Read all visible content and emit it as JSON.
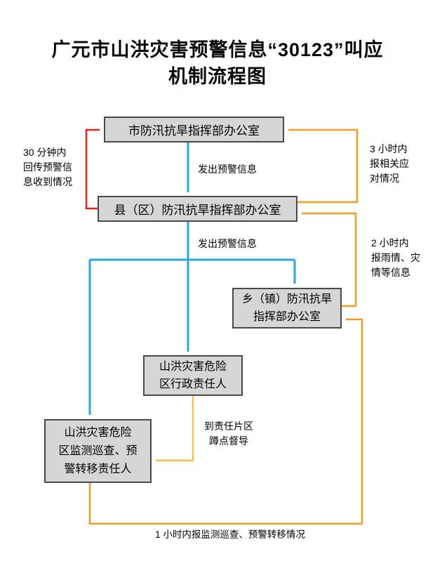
{
  "title": {
    "line1": "广元市山洪灾害预警信息“30123”叫应",
    "line2": "机制流程图"
  },
  "nodes": {
    "city": {
      "label": "市防汛抗旱指挥部办公室"
    },
    "county": {
      "label": "县（区）防汛抗旱指挥部办公室"
    },
    "town": {
      "label": "乡（镇）防汛抗旱\n指挥部办公室"
    },
    "admin": {
      "label": "山洪灾害危险\n区行政责任人"
    },
    "monitor": {
      "label": "山洪灾害危险\n区监测巡查、预\n警转移责任人"
    }
  },
  "edge_labels": {
    "issue_to_county": "发出预警信息",
    "issue_from_county": "发出预警信息",
    "feedback_30min": "30 分钟内\n回传预警信\n息收到情况",
    "report_3h": "3 小时内\n报相关应\n对情况",
    "report_2h": "2 小时内\n报雨情、灾\n情等信息",
    "onsite_supervision": "到责任片区\n蹲点督导",
    "report_1h": "1 小时内报监测巡查、预警转移情况"
  },
  "colors": {
    "blue": "#2BA6DE",
    "red": "#E1251B",
    "orange": "#F59A23",
    "yellow": "#F2C24C",
    "box-fill": "#D6D6D6",
    "box-border": "#4A4A4A"
  }
}
